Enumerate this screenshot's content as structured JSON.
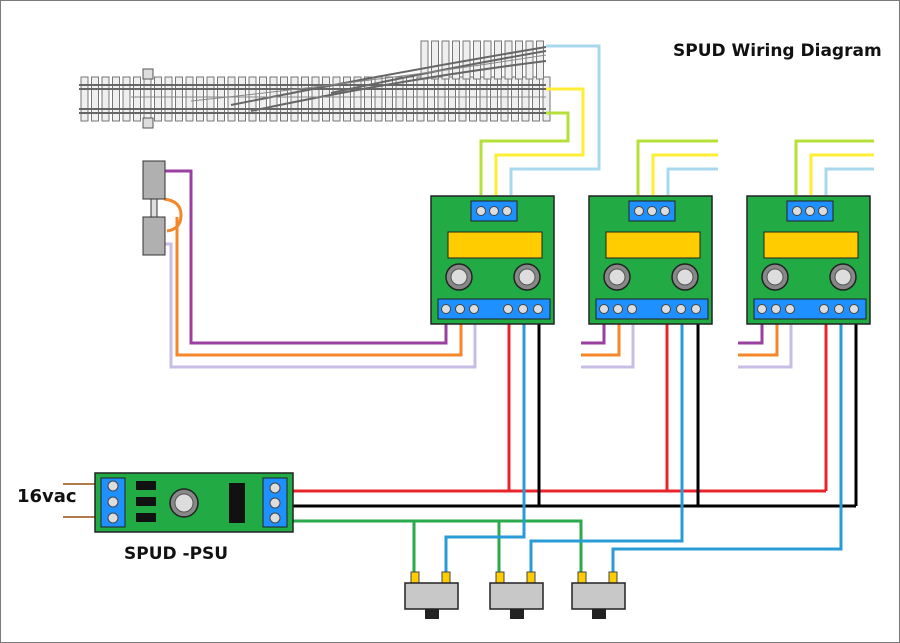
{
  "title": "SPUD Wiring Diagram",
  "psu_label": "SPUD -PSU",
  "input_label": "16vac",
  "colors": {
    "board_green": "#22aa44",
    "lcd_yellow": "#ffcc00",
    "terminal_blue": "#1e90ff",
    "wire_red": "#e8242b",
    "wire_black": "#000000",
    "wire_green": "#2aaa4a",
    "wire_blue": "#2a9bd6",
    "wire_purple": "#9b3fa0",
    "wire_orange": "#f5872a",
    "wire_lavender": "#c7bde6",
    "wire_lime": "#b5e03a",
    "wire_yellow": "#ffee33",
    "wire_lightblue": "#a8d8ee",
    "wire_brown": "#b07a4a"
  },
  "components": {
    "turnout": "model-railway-turnout",
    "spud_boards": 3,
    "push_switches": 3,
    "toggle_switch": 1
  }
}
